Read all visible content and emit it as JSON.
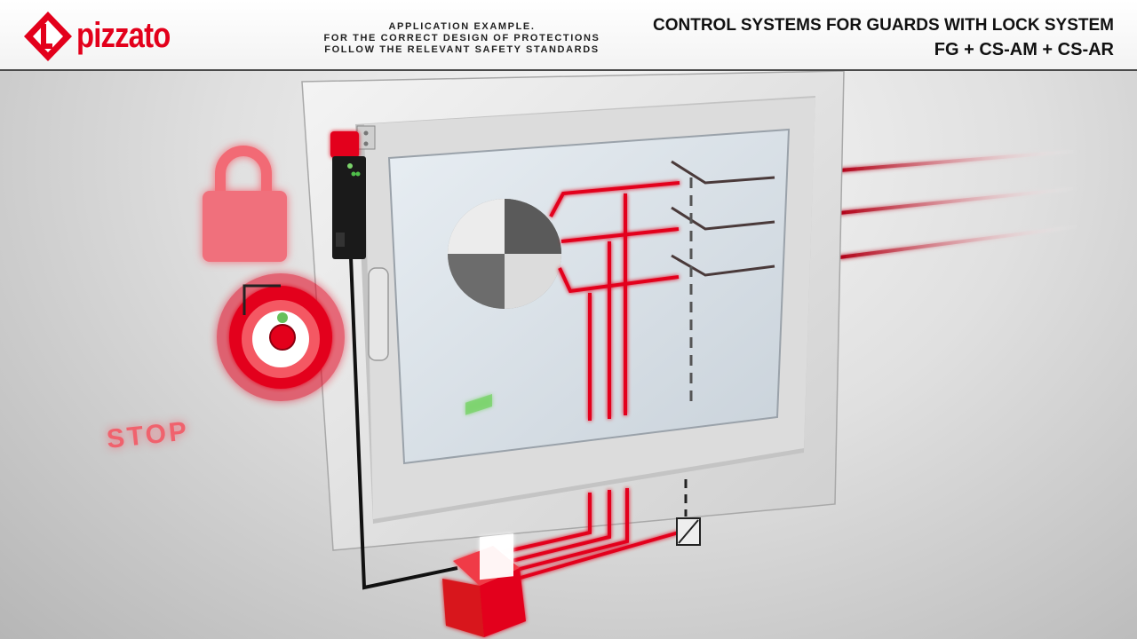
{
  "brand": {
    "name": "pizzato",
    "color": "#e3001b"
  },
  "header": {
    "note": "APPLICATION EXAMPLE.\nFOR THE CORRECT DESIGN OF PROTECTIONS\nFOLLOW THE RELEVANT SAFETY STANDARDS",
    "title_line1": "CONTROL SYSTEMS FOR GUARDS WITH LOCK SYSTEM",
    "title_line2": "FG + CS-AM + CS-AR"
  },
  "scene": {
    "stop_label": "STOP",
    "icons": [
      "padlock-icon",
      "emergency-stop-button",
      "safety-switch",
      "safety-relay-module",
      "machine-guard-window",
      "rotating-disc"
    ]
  }
}
